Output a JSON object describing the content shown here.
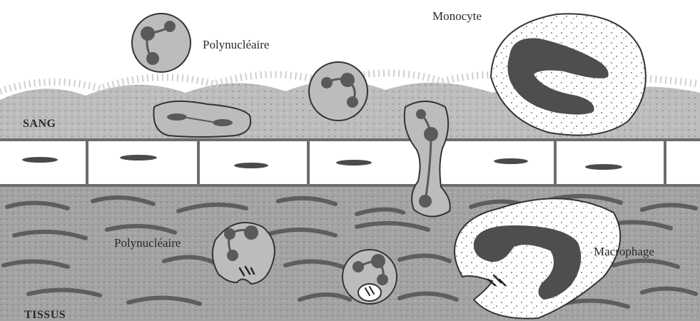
{
  "labels": {
    "polynucleaire_top": "Polynucléaire",
    "monocyte": "Monocyte",
    "sang": "SANG",
    "polynucleaire_tissue": "Polynucléaire",
    "macrophage": "Macrophage",
    "tissus": "TISSUS"
  }
}
